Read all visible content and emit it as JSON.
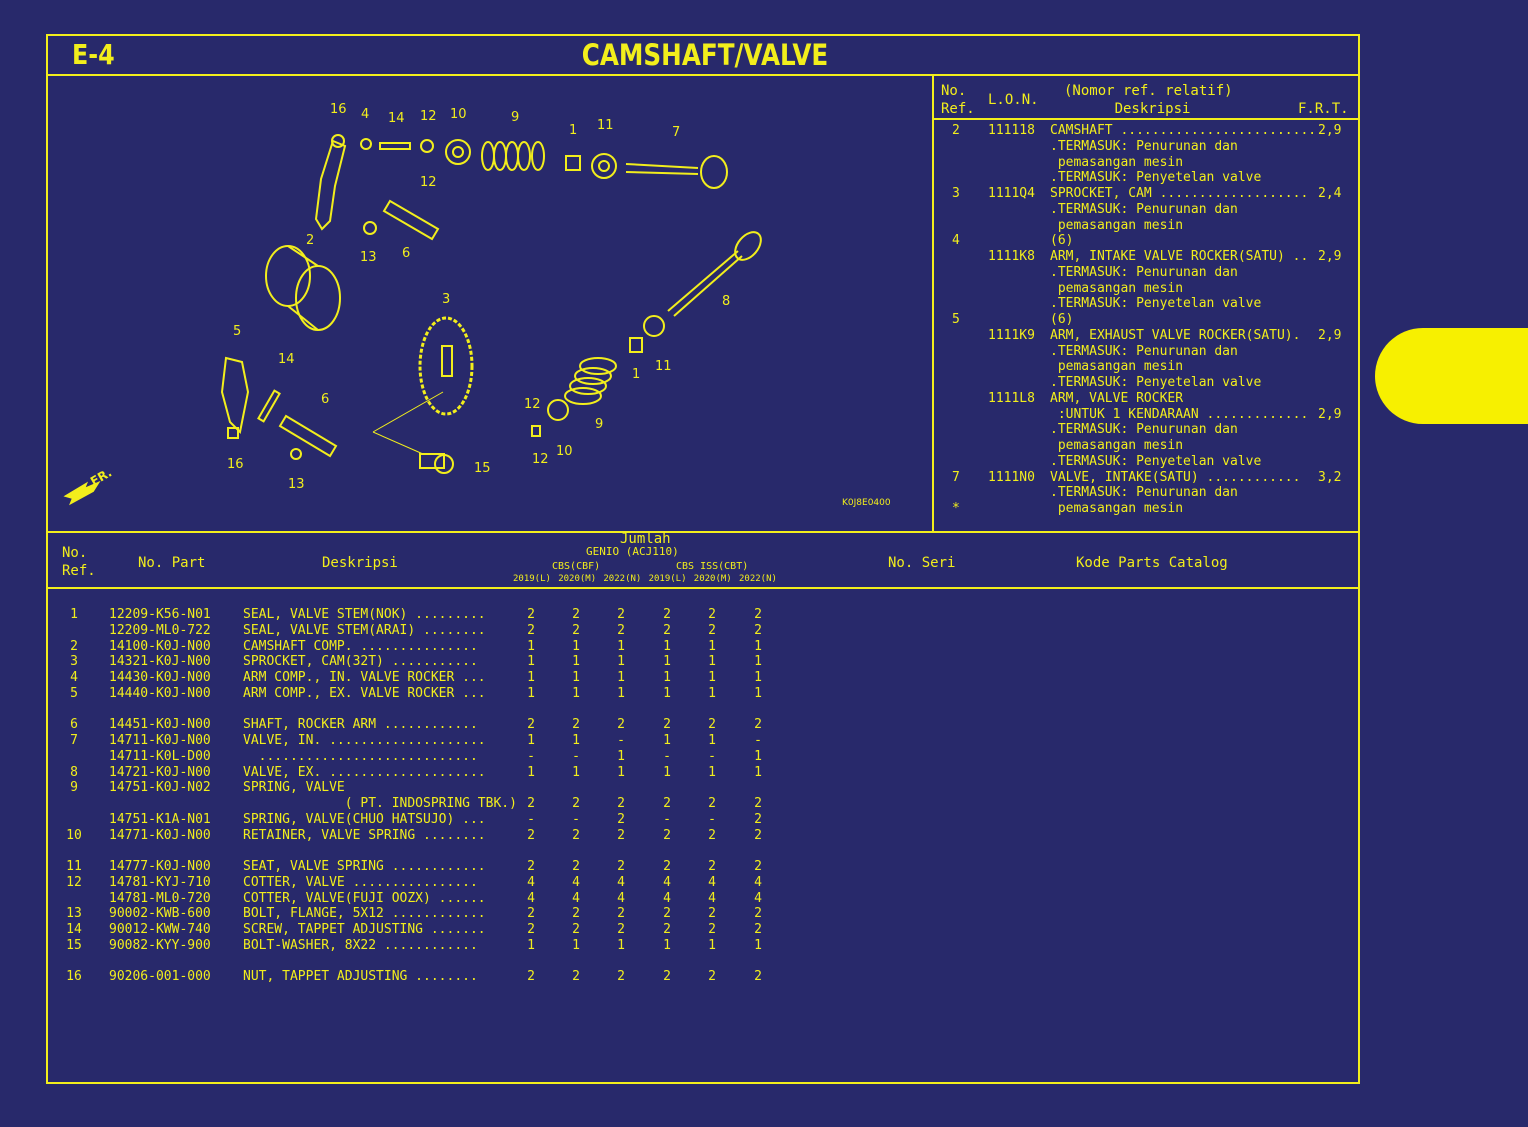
{
  "header": {
    "code": "E-4",
    "title": "CAMSHAFT/VALVE"
  },
  "colors": {
    "background": "#28296b",
    "accent": "#f2ee1c"
  },
  "diagram": {
    "image_code": "K0J8E0400",
    "front_label": "FR.",
    "callouts": [
      "16",
      "4",
      "14",
      "12",
      "10",
      "9",
      "1",
      "11",
      "7",
      "12",
      "13",
      "6",
      "2",
      "3",
      "8",
      "5",
      "14",
      "6",
      "1",
      "11",
      "12",
      "9",
      "10",
      "16",
      "13",
      "12",
      "15"
    ]
  },
  "lon_table": {
    "headers": {
      "no_ref": "No.\nRef.",
      "lon": "L.O.N.",
      "desc": "(Nomor ref. relatif)\n      Deskripsi",
      "frt": "F.R.T."
    },
    "lines": [
      {
        "ref": "2",
        "lon": "111118",
        "desc": "CAMSHAFT .........................",
        "frt": "2,9"
      },
      {
        "ref": "",
        "lon": "",
        "desc": ".TERMASUK: Penurunan dan",
        "frt": ""
      },
      {
        "ref": "",
        "lon": "",
        "desc": " pemasangan mesin",
        "frt": ""
      },
      {
        "ref": "",
        "lon": "",
        "desc": ".TERMASUK: Penyetelan valve",
        "frt": ""
      },
      {
        "ref": "3",
        "lon": "1111Q4",
        "desc": "SPROCKET, CAM ...................",
        "frt": "2,4"
      },
      {
        "ref": "",
        "lon": "",
        "desc": ".TERMASUK: Penurunan dan",
        "frt": ""
      },
      {
        "ref": "",
        "lon": "",
        "desc": " pemasangan mesin",
        "frt": ""
      },
      {
        "ref": "4",
        "lon": "",
        "desc": "(6)",
        "frt": ""
      },
      {
        "ref": "",
        "lon": "1111K8",
        "desc": "ARM, INTAKE VALVE ROCKER(SATU) ..",
        "frt": "2,9"
      },
      {
        "ref": "",
        "lon": "",
        "desc": ".TERMASUK: Penurunan dan",
        "frt": ""
      },
      {
        "ref": "",
        "lon": "",
        "desc": " pemasangan mesin",
        "frt": ""
      },
      {
        "ref": "",
        "lon": "",
        "desc": ".TERMASUK: Penyetelan valve",
        "frt": ""
      },
      {
        "ref": "5",
        "lon": "",
        "desc": "(6)",
        "frt": ""
      },
      {
        "ref": "",
        "lon": "1111K9",
        "desc": "ARM, EXHAUST VALVE ROCKER(SATU).",
        "frt": "2,9"
      },
      {
        "ref": "",
        "lon": "",
        "desc": ".TERMASUK: Penurunan dan",
        "frt": ""
      },
      {
        "ref": "",
        "lon": "",
        "desc": " pemasangan mesin",
        "frt": ""
      },
      {
        "ref": "",
        "lon": "",
        "desc": ".TERMASUK: Penyetelan valve",
        "frt": ""
      },
      {
        "ref": "",
        "lon": "1111L8",
        "desc": "ARM, VALVE ROCKER",
        "frt": ""
      },
      {
        "ref": "",
        "lon": "",
        "desc": " :UNTUK 1 KENDARAAN .............",
        "frt": "2,9"
      },
      {
        "ref": "",
        "lon": "",
        "desc": ".TERMASUK: Penurunan dan",
        "frt": ""
      },
      {
        "ref": "",
        "lon": "",
        "desc": " pemasangan mesin",
        "frt": ""
      },
      {
        "ref": "",
        "lon": "",
        "desc": ".TERMASUK: Penyetelan valve",
        "frt": ""
      },
      {
        "ref": "7",
        "lon": "1111N0",
        "desc": "VALVE, INTAKE(SATU) ............",
        "frt": "3,2"
      },
      {
        "ref": "",
        "lon": "",
        "desc": ".TERMASUK: Penurunan dan",
        "frt": ""
      },
      {
        "ref": "*",
        "lon": "",
        "desc": " pemasangan mesin",
        "frt": ""
      }
    ]
  },
  "parts_table": {
    "headers": {
      "no_ref": "No.\nRef.",
      "part": "No. Part",
      "desc": "Deskripsi",
      "jumlah": "Jumlah",
      "model": "GENIO (ACJ110)",
      "group1": "CBS(CBF)",
      "group2": "CBS ISS(CBT)",
      "years": [
        "2019(L)",
        "2020(M)",
        "2022(N)",
        "2019(L)",
        "2020(M)",
        "2022(N)"
      ],
      "serial": "No. Seri",
      "catalog": "Kode Parts Catalog"
    },
    "rows": [
      {
        "ref": "1",
        "part": "12209-K56-N01",
        "desc": "SEAL, VALVE STEM(NOK) .........",
        "qty": [
          "2",
          "2",
          "2",
          "2",
          "2",
          "2"
        ]
      },
      {
        "ref": "",
        "part": "12209-ML0-722",
        "desc": "SEAL, VALVE STEM(ARAI) ........",
        "qty": [
          "2",
          "2",
          "2",
          "2",
          "2",
          "2"
        ]
      },
      {
        "ref": "2",
        "part": "14100-K0J-N00",
        "desc": "CAMSHAFT COMP. ...............",
        "qty": [
          "1",
          "1",
          "1",
          "1",
          "1",
          "1"
        ]
      },
      {
        "ref": "3",
        "part": "14321-K0J-N00",
        "desc": "SPROCKET, CAM(32T) ...........",
        "qty": [
          "1",
          "1",
          "1",
          "1",
          "1",
          "1"
        ]
      },
      {
        "ref": "4",
        "part": "14430-K0J-N00",
        "desc": "ARM COMP., IN. VALVE ROCKER ...",
        "qty": [
          "1",
          "1",
          "1",
          "1",
          "1",
          "1"
        ]
      },
      {
        "ref": "5",
        "part": "14440-K0J-N00",
        "desc": "ARM COMP., EX. VALVE ROCKER ...",
        "qty": [
          "1",
          "1",
          "1",
          "1",
          "1",
          "1"
        ]
      },
      null,
      {
        "ref": "6",
        "part": "14451-K0J-N00",
        "desc": "SHAFT, ROCKER ARM ............",
        "qty": [
          "2",
          "2",
          "2",
          "2",
          "2",
          "2"
        ]
      },
      {
        "ref": "7",
        "part": "14711-K0J-N00",
        "desc": "VALVE, IN. ....................",
        "qty": [
          "1",
          "1",
          "-",
          "1",
          "1",
          "-"
        ]
      },
      {
        "ref": "",
        "part": "14711-K0L-D00",
        "desc": "  ............................",
        "qty": [
          "-",
          "-",
          "1",
          "-",
          "-",
          "1"
        ]
      },
      {
        "ref": "8",
        "part": "14721-K0J-N00",
        "desc": "VALVE, EX. ....................",
        "qty": [
          "1",
          "1",
          "1",
          "1",
          "1",
          "1"
        ]
      },
      {
        "ref": "9",
        "part": "14751-K0J-N02",
        "desc": "SPRING, VALVE",
        "qty": [
          "",
          "",
          "",
          "",
          "",
          ""
        ]
      },
      {
        "ref": "",
        "part": "",
        "desc": "             ( PT. INDOSPRING TBK.)",
        "qty": [
          "2",
          "2",
          "2",
          "2",
          "2",
          "2"
        ]
      },
      {
        "ref": "",
        "part": "14751-K1A-N01",
        "desc": "SPRING, VALVE(CHUO HATSUJO) ...",
        "qty": [
          "-",
          "-",
          "2",
          "-",
          "-",
          "2"
        ]
      },
      {
        "ref": "10",
        "part": "14771-K0J-N00",
        "desc": "RETAINER, VALVE SPRING ........",
        "qty": [
          "2",
          "2",
          "2",
          "2",
          "2",
          "2"
        ]
      },
      null,
      {
        "ref": "11",
        "part": "14777-K0J-N00",
        "desc": "SEAT, VALVE SPRING ............",
        "qty": [
          "2",
          "2",
          "2",
          "2",
          "2",
          "2"
        ]
      },
      {
        "ref": "12",
        "part": "14781-KYJ-710",
        "desc": "COTTER, VALVE ................",
        "qty": [
          "4",
          "4",
          "4",
          "4",
          "4",
          "4"
        ]
      },
      {
        "ref": "",
        "part": "14781-ML0-720",
        "desc": "COTTER, VALVE(FUJI OOZX) ......",
        "qty": [
          "4",
          "4",
          "4",
          "4",
          "4",
          "4"
        ]
      },
      {
        "ref": "13",
        "part": "90002-KWB-600",
        "desc": "BOLT, FLANGE, 5X12 ............",
        "qty": [
          "2",
          "2",
          "2",
          "2",
          "2",
          "2"
        ]
      },
      {
        "ref": "14",
        "part": "90012-KWW-740",
        "desc": "SCREW, TAPPET ADJUSTING .......",
        "qty": [
          "2",
          "2",
          "2",
          "2",
          "2",
          "2"
        ]
      },
      {
        "ref": "15",
        "part": "90082-KYY-900",
        "desc": "BOLT-WASHER, 8X22 ............",
        "qty": [
          "1",
          "1",
          "1",
          "1",
          "1",
          "1"
        ]
      },
      null,
      {
        "ref": "16",
        "part": "90206-001-000",
        "desc": "NUT, TAPPET ADJUSTING ........",
        "qty": [
          "2",
          "2",
          "2",
          "2",
          "2",
          "2"
        ]
      }
    ]
  }
}
